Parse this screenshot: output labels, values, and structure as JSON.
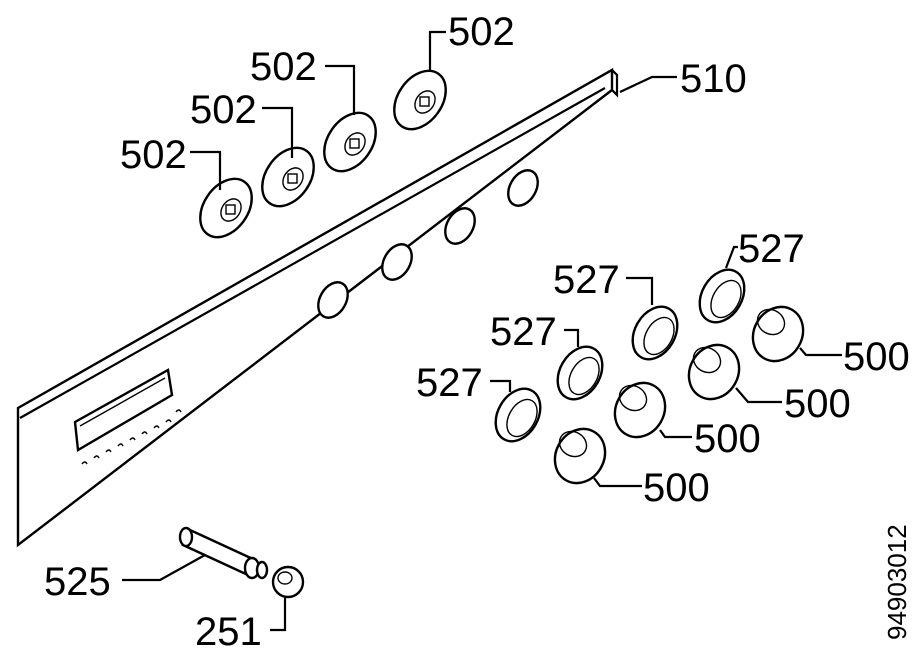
{
  "labels": {
    "panel": "510",
    "seal_1": "502",
    "seal_2": "502",
    "seal_3": "502",
    "seal_4": "502",
    "ring_1": "527",
    "ring_2": "527",
    "ring_3": "527",
    "ring_4": "527",
    "knob_1": "500",
    "knob_2": "500",
    "knob_3": "500",
    "knob_4": "500",
    "shaft": "525",
    "button": "251"
  },
  "document_number": "94903012"
}
